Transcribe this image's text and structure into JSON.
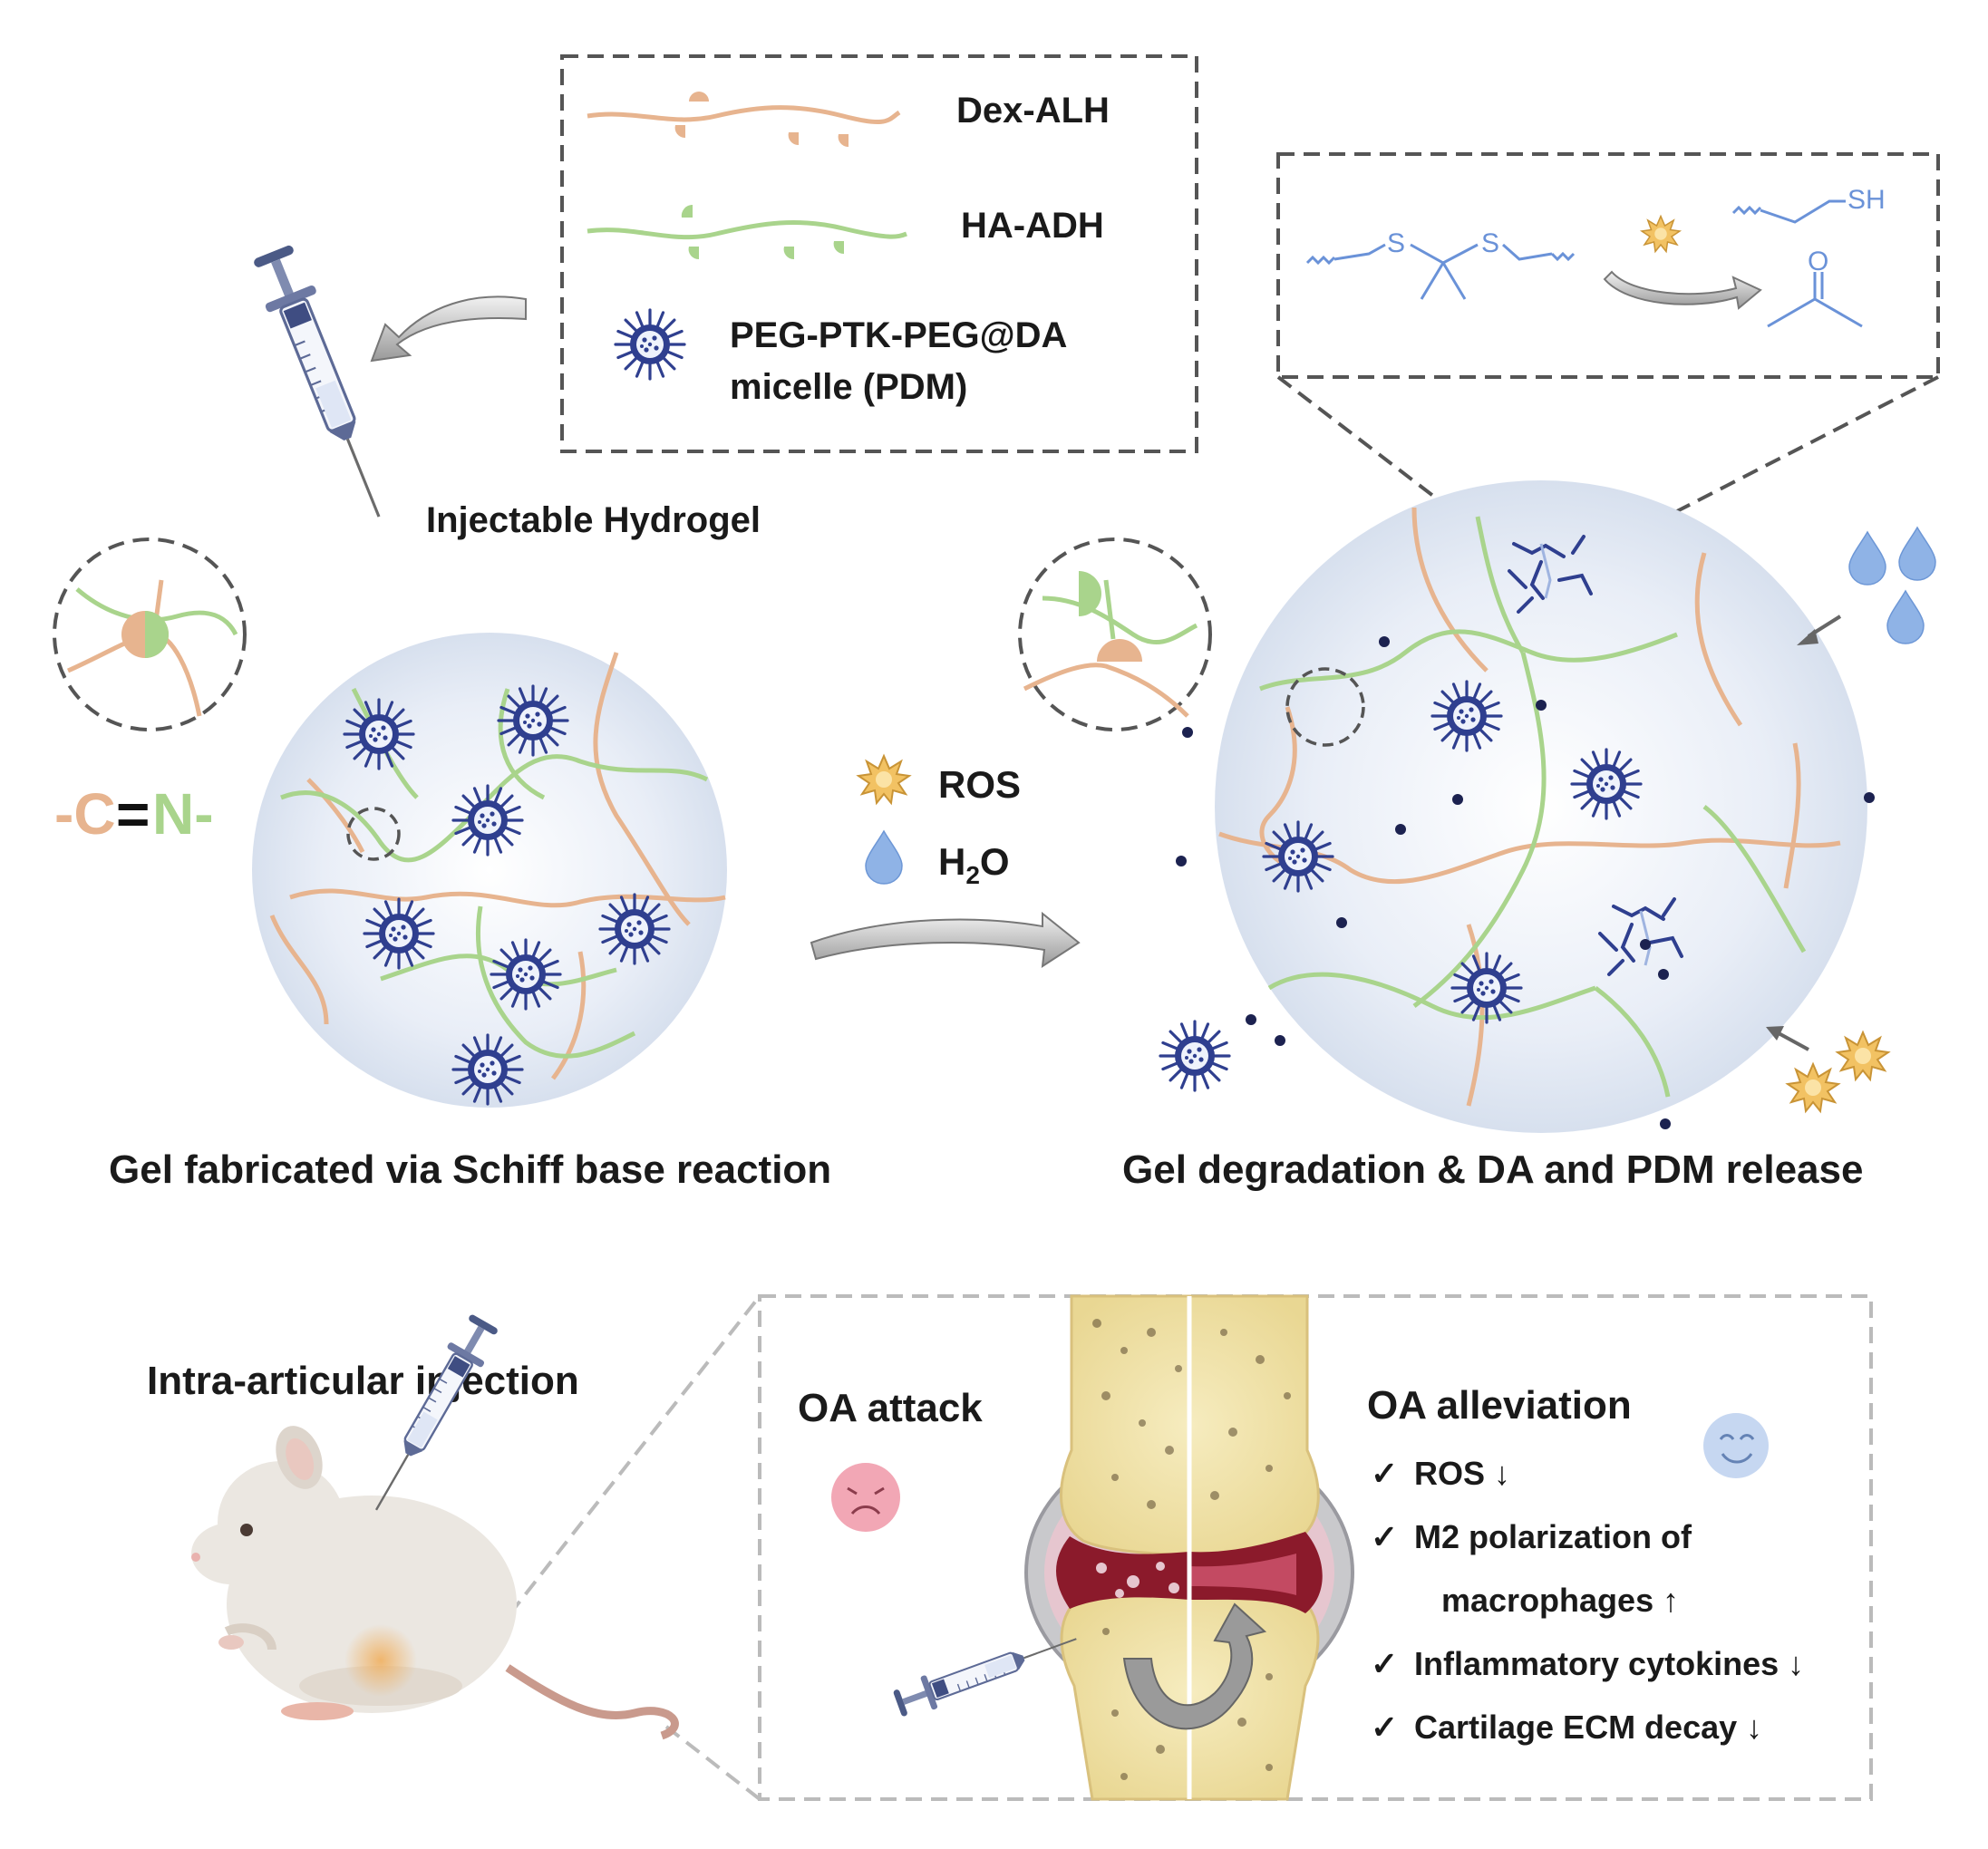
{
  "legend": {
    "dex_alh": "Dex-ALH",
    "ha_adh": "HA-ADH",
    "pdm_line1": "PEG-PTK-PEG@DA",
    "pdm_line2": "micelle (PDM)"
  },
  "chemistry": {
    "s1": "S",
    "s2": "S",
    "sh": "SH",
    "o": "O"
  },
  "labels": {
    "injectable_hydrogel": "Injectable Hydrogel",
    "imine_c": "-C",
    "imine_eq": "=",
    "imine_n": "N-",
    "ros": "ROS",
    "h2o_h": "H",
    "h2o_sub": "2",
    "h2o_o": "O",
    "gel_fabricated": "Gel fabricated via Schiff base reaction",
    "gel_degradation": "Gel degradation & DA and PDM release",
    "intra_articular": "Intra-articular injection",
    "oa_attack": "OA attack",
    "oa_alleviation": "OA alleviation"
  },
  "outcomes": [
    {
      "check": "✓",
      "text": "ROS ↓"
    },
    {
      "check": "✓",
      "text": "M2 polarization of"
    },
    {
      "check": "",
      "text": "macrophages ↑"
    },
    {
      "check": "✓",
      "text": "Inflammatory cytokines  ↓"
    },
    {
      "check": "✓",
      "text": "Cartilage ECM  decay ↓"
    }
  ],
  "colors": {
    "dex": "#e7b48f",
    "ha": "#a9d48c",
    "micelle": "#2f3f8f",
    "drop": "#8fb3e6",
    "ros": "#f2c263",
    "dash": "#555555",
    "chem": "#6a92d8",
    "bone": "#f3e7b0",
    "cartilage_red": "#8b1a2b"
  }
}
